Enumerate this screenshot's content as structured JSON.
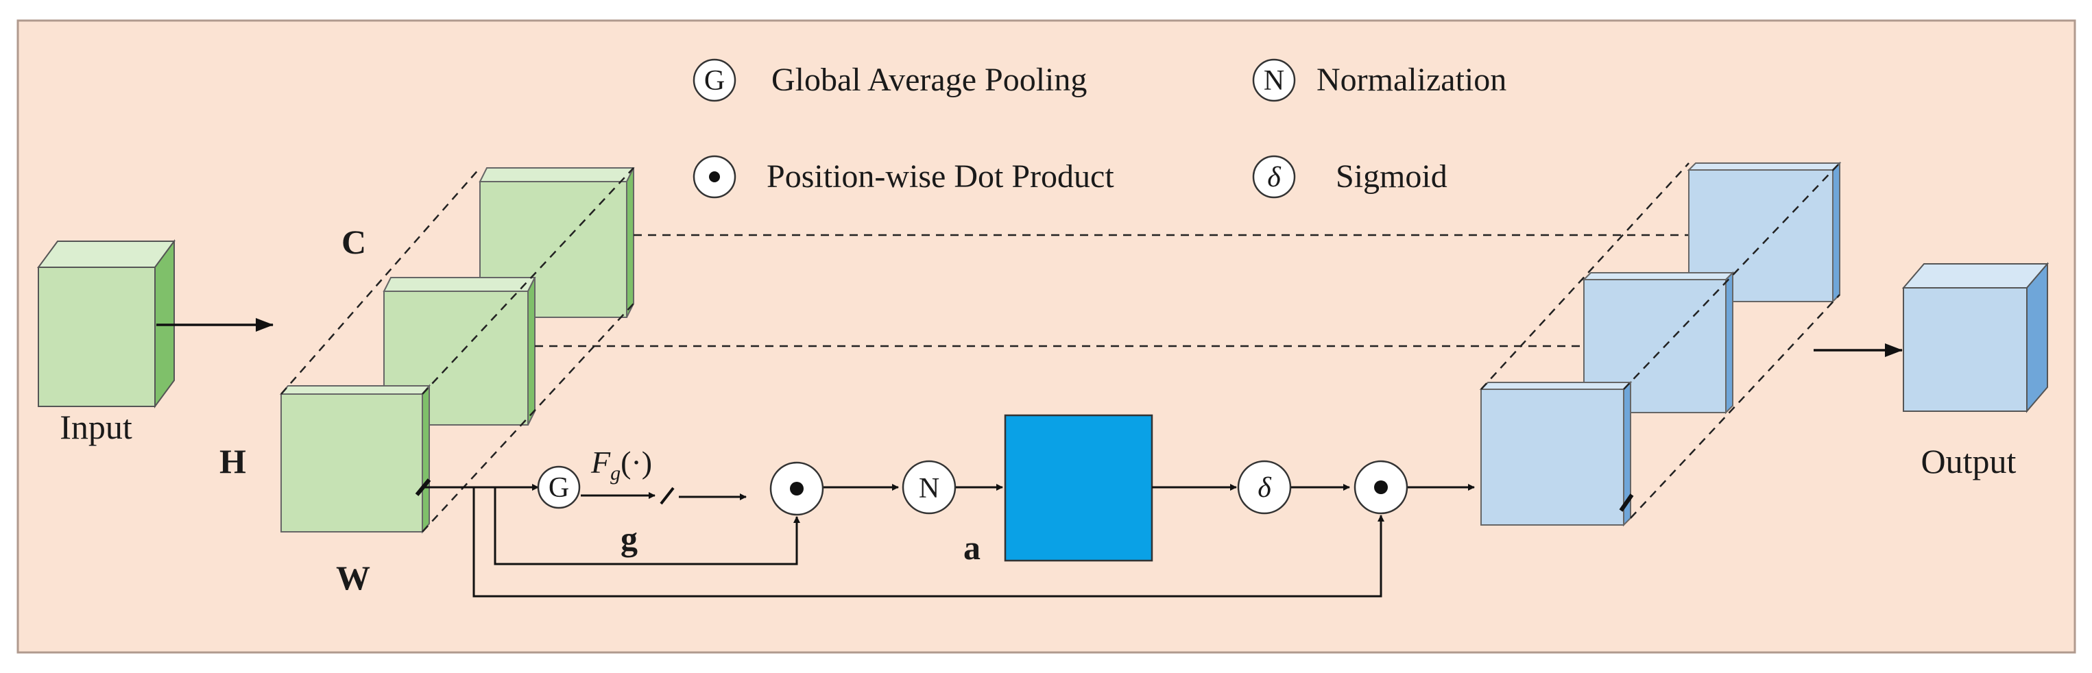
{
  "legend": {
    "gap_symbol": "G",
    "gap_label": "Global Average Pooling",
    "norm_symbol": "N",
    "norm_label": "Normalization",
    "dot_label": "Position-wise Dot Product",
    "sigmoid_symbol": "δ",
    "sigmoid_label": "Sigmoid"
  },
  "labels": {
    "input": "Input",
    "output": "Output",
    "c": "C",
    "h": "H",
    "w": "W",
    "g": "g",
    "a": "a",
    "fg_main": "F",
    "fg_sub": "g",
    "fg_arg": "(·)"
  },
  "nodes": {
    "gap": "G",
    "norm": "N",
    "sigmoid": "δ"
  },
  "colors": {
    "background": "#fbe3d3",
    "border": "#b09a8e",
    "green_front": "#c6e2b4",
    "green_top": "#dbeed0",
    "green_side": "#7fc06a",
    "blue_front": "#bfd8ee",
    "blue_top": "#d6e7f5",
    "blue_side": "#6fa6d9",
    "attention_map": "#0aa1e6"
  }
}
